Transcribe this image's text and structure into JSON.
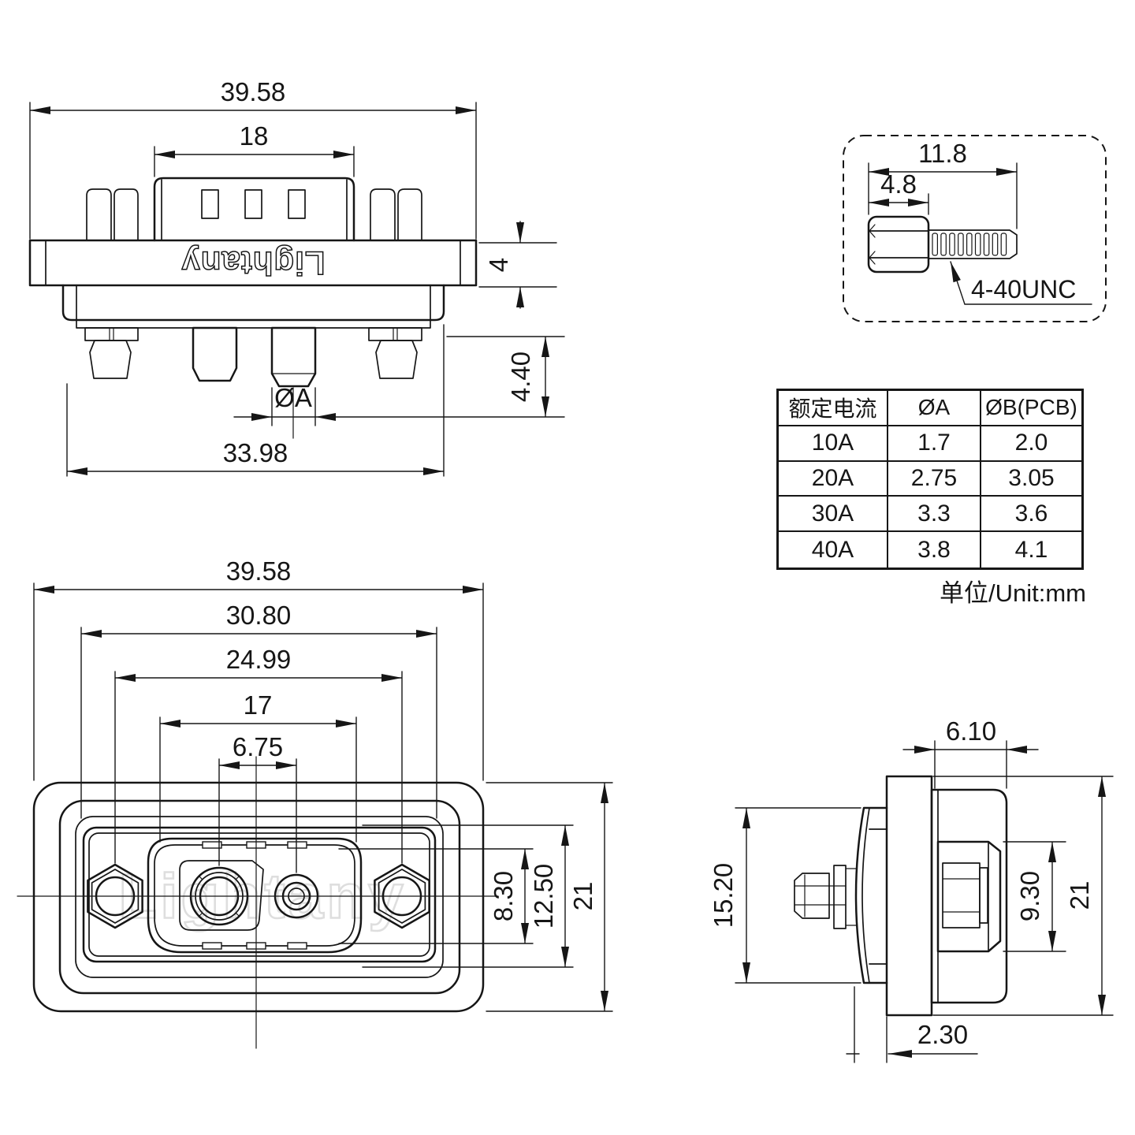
{
  "brand": "Lightany",
  "top_view": {
    "dim_overall_width": "39.58",
    "dim_shroud_width": "18",
    "dim_flange_thickness": "4",
    "dim_pin_protrusion": "4.40",
    "dim_pin_diameter": "ØA",
    "dim_body_width": "33.98"
  },
  "screw_detail": {
    "dim_total_length": "11.8",
    "dim_head_length": "4.8",
    "thread_spec": "4-40UNC"
  },
  "front_view": {
    "dim_overall_width": "39.58",
    "dim_flange_width": "30.80",
    "dim_mount_hole_spacing": "24.99",
    "dim_shroud_width": "17",
    "dim_contact_spacing": "6.75",
    "dim_opening_height": "8.30",
    "dim_insert_height": "12.50",
    "dim_overall_height": "21"
  },
  "side_view": {
    "dim_rear_depth": "6.10",
    "dim_insert_diameter": "15.20",
    "dim_barrel_height": "9.30",
    "dim_overall_height": "21",
    "dim_flange_offset": "2.30"
  },
  "spec_table": {
    "headers": [
      "额定电流",
      "ØA",
      "ØB(PCB)"
    ],
    "rows": [
      [
        "10A",
        "1.7",
        "2.0"
      ],
      [
        "20A",
        "2.75",
        "3.05"
      ],
      [
        "30A",
        "3.3",
        "3.6"
      ],
      [
        "40A",
        "3.8",
        "4.1"
      ]
    ],
    "unit_note": "单位/Unit:mm"
  }
}
